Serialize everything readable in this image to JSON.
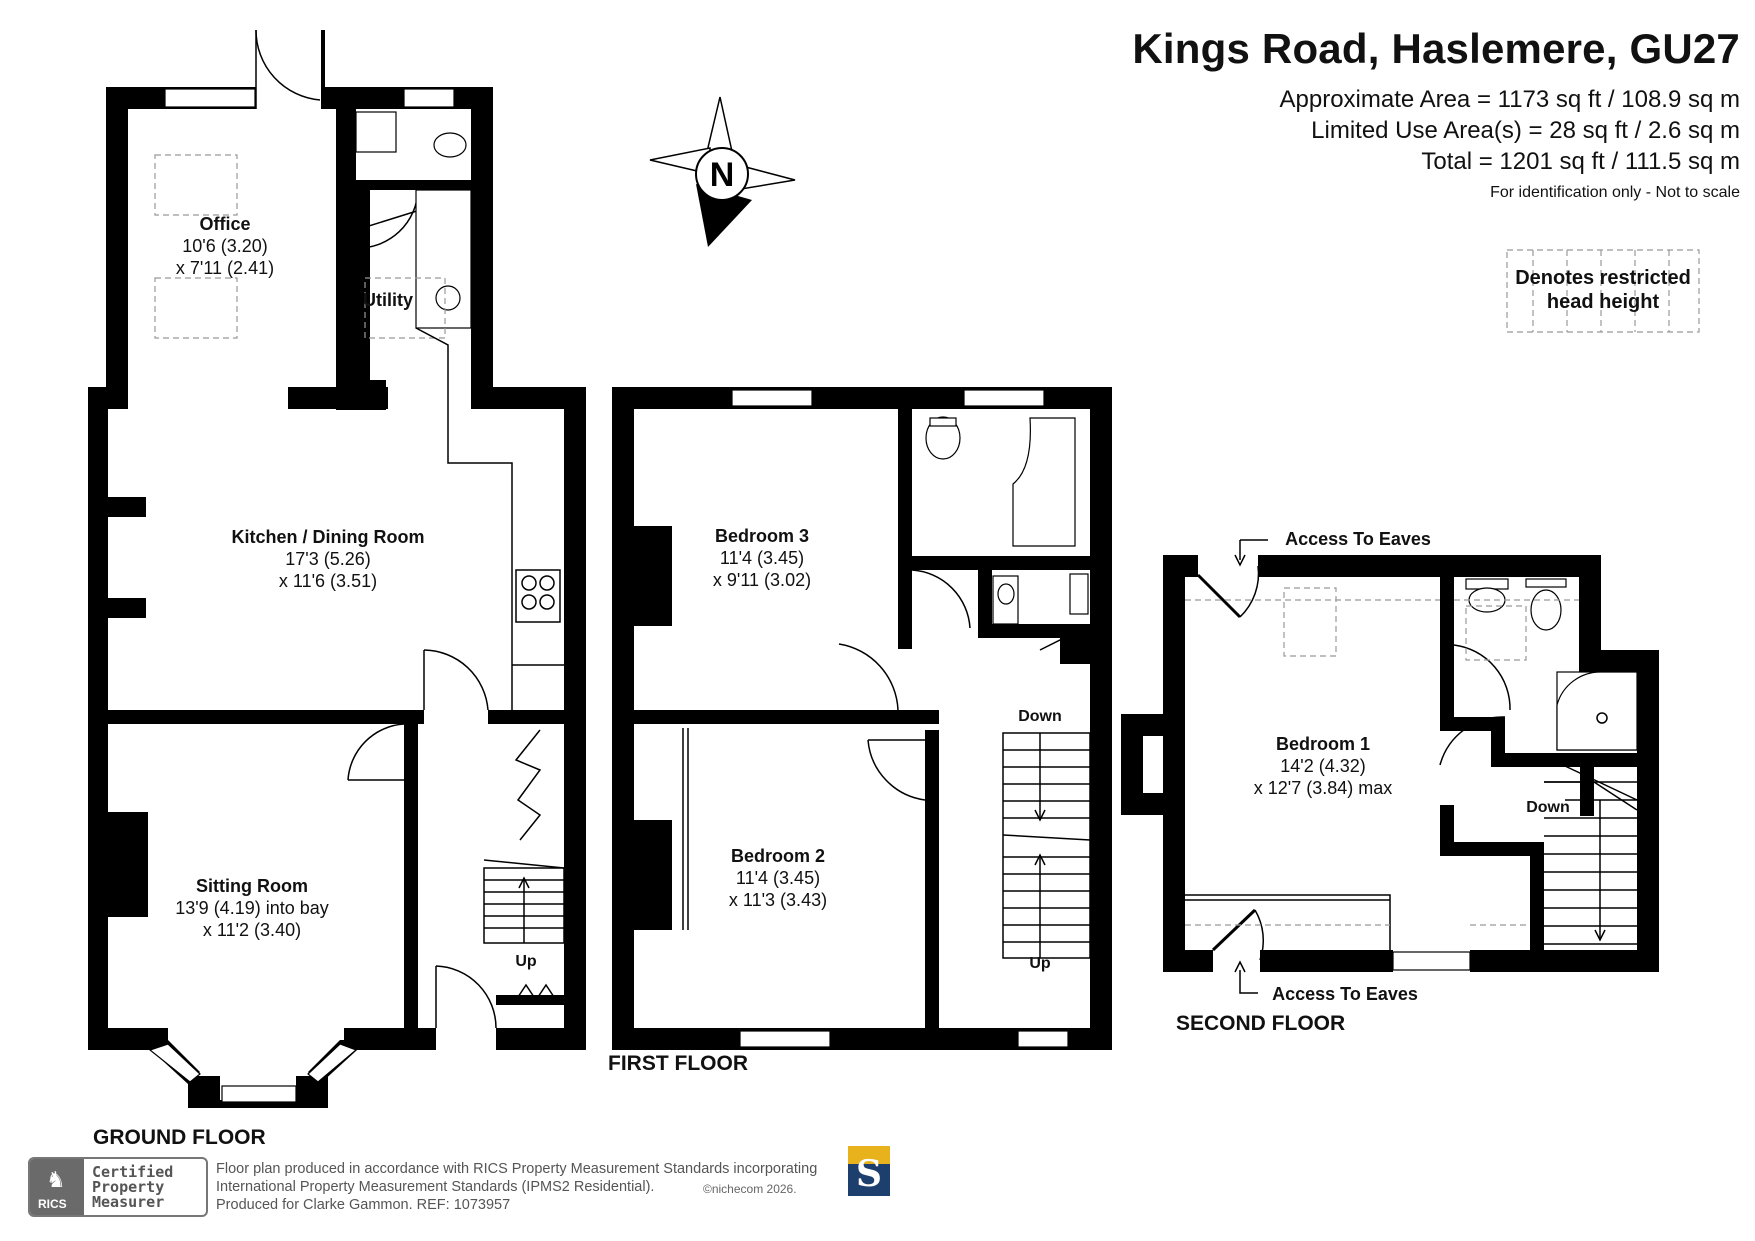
{
  "header": {
    "title": "Kings Road, Haslemere, GU27",
    "approx_area": "Approximate Area = 1173 sq ft / 108.9 sq m",
    "limited_use": "Limited Use Area(s) = 28 sq ft / 2.6 sq m",
    "total": "Total = 1201 sq ft / 111.5 sq m",
    "identification": "For identification only - Not to scale"
  },
  "legend": {
    "line1": "Denotes restricted",
    "line2": "head height"
  },
  "compass": {
    "label": "N",
    "icon": "north-arrow-icon"
  },
  "floors": {
    "ground": {
      "label": "GROUND FLOOR",
      "rooms": {
        "office": {
          "name": "Office",
          "dim1": "10'6 (3.20)",
          "dim2": "x 7'11 (2.41)"
        },
        "utility": {
          "name": "Utility"
        },
        "kitchen": {
          "name": "Kitchen / Dining Room",
          "dim1": "17'3 (5.26)",
          "dim2": "x 11'6 (3.51)"
        },
        "sitting": {
          "name": "Sitting Room",
          "dim1": "13'9 (4.19) into bay",
          "dim2": "x 11'2 (3.40)"
        }
      },
      "stairs_label": "Up"
    },
    "first": {
      "label": "FIRST FLOOR",
      "rooms": {
        "bedroom3": {
          "name": "Bedroom 3",
          "dim1": "11'4 (3.45)",
          "dim2": "x 9'11 (3.02)"
        },
        "bedroom2": {
          "name": "Bedroom 2",
          "dim1": "11'4 (3.45)",
          "dim2": "x 11'3 (3.43)"
        }
      },
      "stairs_down": "Down",
      "stairs_up": "Up"
    },
    "second": {
      "label": "SECOND FLOOR",
      "rooms": {
        "bedroom1": {
          "name": "Bedroom 1",
          "dim1": "14'2 (4.32)",
          "dim2": "x 12'7 (3.84) max"
        }
      },
      "eaves_top": "Access To Eaves",
      "eaves_bottom": "Access To Eaves",
      "stairs_down": "Down"
    }
  },
  "footer": {
    "line1": "Floor plan produced in accordance with RICS Property Measurement Standards incorporating",
    "line2": "International Property Measurement Standards (IPMS2 Residential).",
    "line3": "Produced for Clarke Gammon.    REF: 1073957",
    "copyright": "©nichecom 2026.",
    "badge_org": "RICS",
    "badge_line1": "Certified",
    "badge_line2": "Property",
    "badge_line3": "Measurer",
    "brand_letter": "S"
  },
  "colors": {
    "wall": "#000000",
    "dash": "#999999",
    "window": "#ffffff",
    "brand_blue": "#1d3f6e",
    "brand_gold": "#e7b21c"
  }
}
